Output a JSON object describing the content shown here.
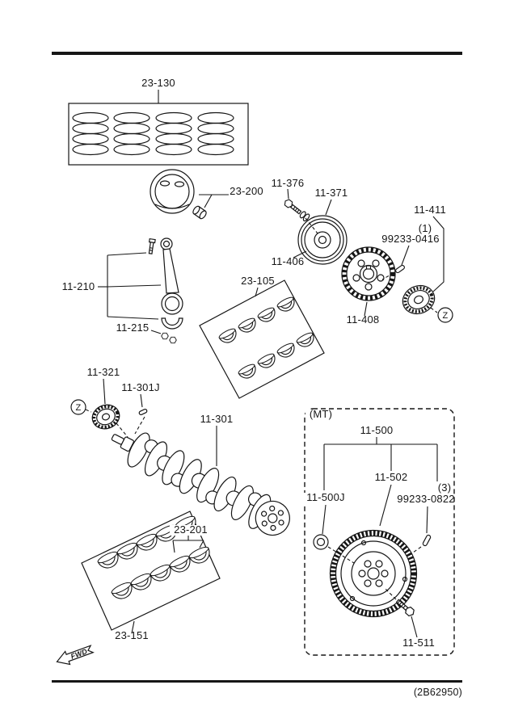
{
  "page": {
    "background": "#ffffff",
    "ink": "#161616",
    "drawing_code": "(2B62950)"
  },
  "markers": {
    "z": "Z",
    "fwd": "FWD",
    "transmission": "(MT)",
    "qty_1": "(1)",
    "qty_3": "(3)"
  },
  "parts": {
    "piston_ring_set": "23-130",
    "piston": "23-200",
    "pulley_bolt": "11-376",
    "crankshaft_pulley": "11-371",
    "pulley_boss": "11-406",
    "plate": "11-411",
    "key_0416": "99233-0416",
    "timing_sprocket": "11-408",
    "upper_main_bearings": "23-105",
    "connecting_rod": "11-210",
    "rod_cap_nut": "11-215",
    "crankshaft_gear": "11-321",
    "woodruff_key": "11-301J",
    "crankshaft": "11-301",
    "flywheel": "11-500",
    "ring_gear": "11-502",
    "pilot_bearing": "11-500J",
    "dowel_0822": "99233-0822",
    "thrust_washers": "23-201",
    "lower_main_bearings": "23-151",
    "flywheel_bolt": "11-511"
  }
}
